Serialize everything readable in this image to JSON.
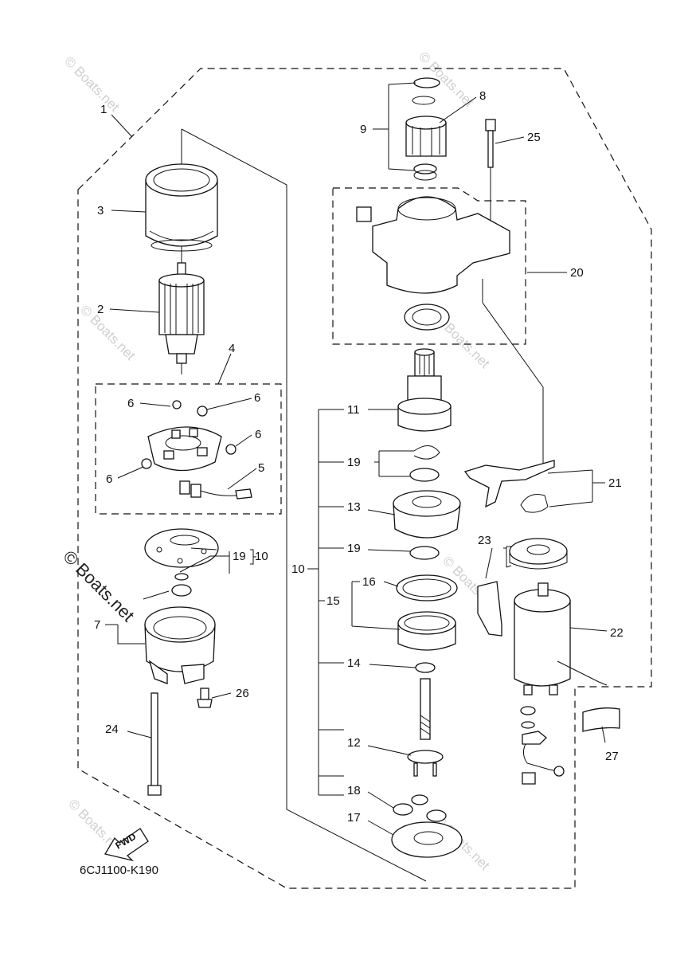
{
  "diagram": {
    "part_code": "6CJ1100-K190",
    "fwd_label": "FWD",
    "watermark": "© Boats.net",
    "callouts": [
      {
        "id": "c1",
        "text": "1"
      },
      {
        "id": "c2",
        "text": "2"
      },
      {
        "id": "c3",
        "text": "3"
      },
      {
        "id": "c4",
        "text": "4"
      },
      {
        "id": "c5",
        "text": "5"
      },
      {
        "id": "c6a",
        "text": "6"
      },
      {
        "id": "c6b",
        "text": "6"
      },
      {
        "id": "c6c",
        "text": "6"
      },
      {
        "id": "c6d",
        "text": "6"
      },
      {
        "id": "c7",
        "text": "7"
      },
      {
        "id": "c8",
        "text": "8"
      },
      {
        "id": "c9",
        "text": "9"
      },
      {
        "id": "c10a",
        "text": "10"
      },
      {
        "id": "c10b",
        "text": "10"
      },
      {
        "id": "c11",
        "text": "11"
      },
      {
        "id": "c12",
        "text": "12"
      },
      {
        "id": "c13",
        "text": "13"
      },
      {
        "id": "c14",
        "text": "14"
      },
      {
        "id": "c15",
        "text": "15"
      },
      {
        "id": "c16",
        "text": "16"
      },
      {
        "id": "c17",
        "text": "17"
      },
      {
        "id": "c18",
        "text": "18"
      },
      {
        "id": "c19a",
        "text": "19"
      },
      {
        "id": "c19b",
        "text": "19"
      },
      {
        "id": "c19c",
        "text": "19"
      },
      {
        "id": "c20",
        "text": "20"
      },
      {
        "id": "c21",
        "text": "21"
      },
      {
        "id": "c22",
        "text": "22"
      },
      {
        "id": "c23",
        "text": "23"
      },
      {
        "id": "c24",
        "text": "24"
      },
      {
        "id": "c25",
        "text": "25"
      },
      {
        "id": "c26",
        "text": "26"
      },
      {
        "id": "c27",
        "text": "27"
      }
    ]
  }
}
